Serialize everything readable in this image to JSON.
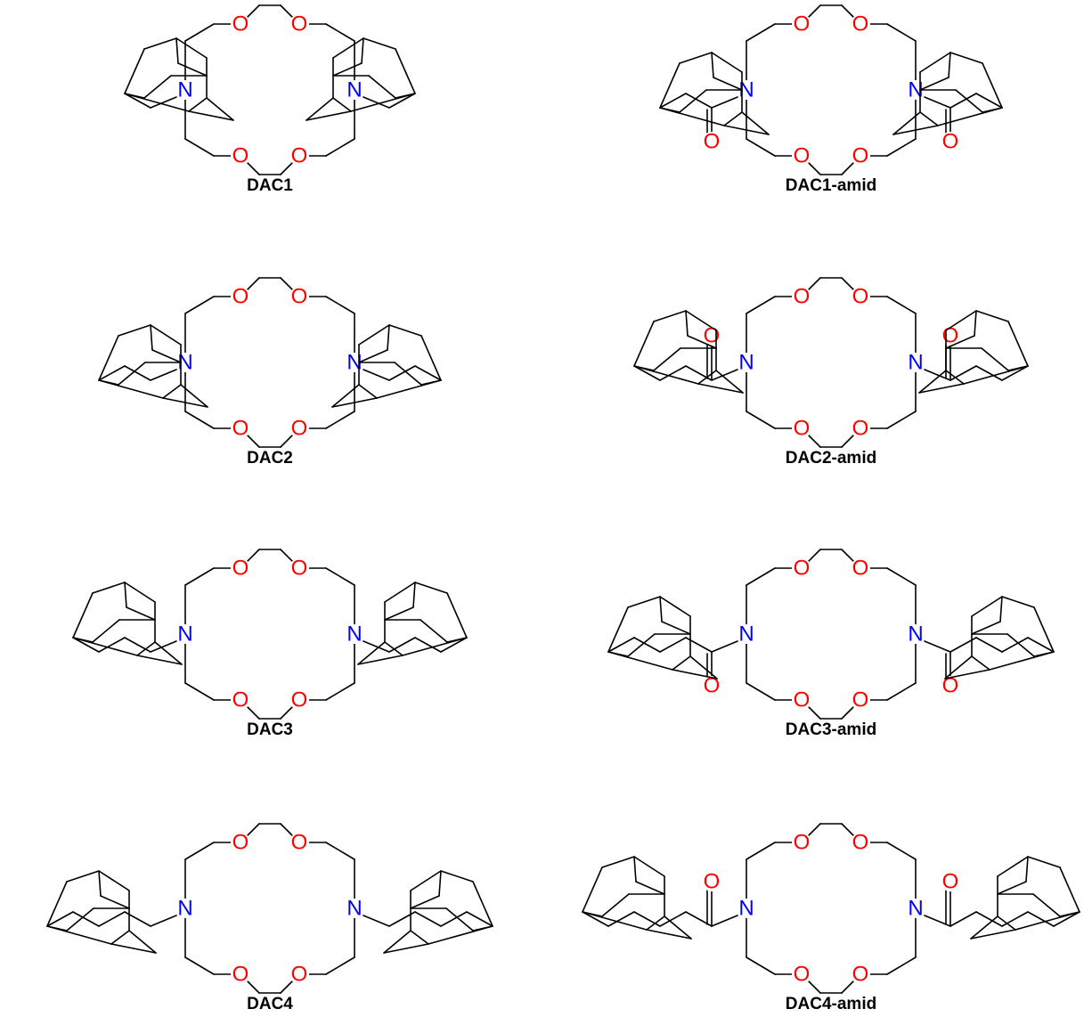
{
  "colors": {
    "bond": "#000000",
    "oxygen": "#ff0000",
    "nitrogen": "#0000ff",
    "caption": "#000000"
  },
  "atom_labels": {
    "oxygen": "O",
    "nitrogen": "N"
  },
  "compounds": [
    {
      "id": "DAC1",
      "label": "DAC1",
      "linker_carbons": 1,
      "amide": false
    },
    {
      "id": "DAC1-amid",
      "label": "DAC1-amid",
      "linker_carbons": 1,
      "amide": true
    },
    {
      "id": "DAC2",
      "label": "DAC2",
      "linker_carbons": 2,
      "amide": false
    },
    {
      "id": "DAC2-amid",
      "label": "DAC2-amid",
      "linker_carbons": 2,
      "amide": true
    },
    {
      "id": "DAC3",
      "label": "DAC3",
      "linker_carbons": 3,
      "amide": false
    },
    {
      "id": "DAC3-amid",
      "label": "DAC3-amid",
      "linker_carbons": 3,
      "amide": true
    },
    {
      "id": "DAC4",
      "label": "DAC4",
      "linker_carbons": 4,
      "amide": false
    },
    {
      "id": "DAC4-amid",
      "label": "DAC4-amid",
      "linker_carbons": 4,
      "amide": true
    }
  ]
}
